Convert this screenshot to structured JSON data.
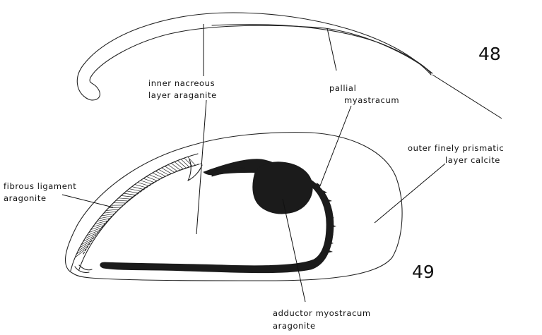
{
  "figure_numbers": {
    "fig_48": "48",
    "fig_49": "49"
  },
  "labels": {
    "inner_nacreous": [
      "inner nacreous",
      "layer araganite"
    ],
    "pallial": [
      "pallial",
      "myastracum"
    ],
    "outer_prismatic": [
      "outer finely prismatic",
      "layer calcite"
    ],
    "fibrous_ligament": [
      "fibrous ligament",
      "aragonite"
    ],
    "adductor": [
      "adductor myostracum",
      "aragonite"
    ]
  },
  "colors": {
    "ink": "#111111",
    "line": "#222222",
    "fill_dark": "#1b1b1b",
    "background": "#ffffff"
  }
}
